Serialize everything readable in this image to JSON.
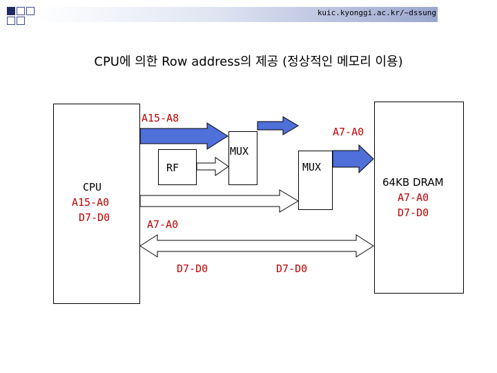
{
  "header": {
    "url": "kuic.kyonggi.ac.kr/~dssung"
  },
  "title": "CPU에 의한 Row address의 제공 (정상적인 메모리 이용)",
  "cpu": {
    "name": "CPU",
    "address": "A15-A0",
    "data": "D7-D0"
  },
  "dram": {
    "name": "64KB DRAM",
    "address": "A7-A0",
    "data": "D7-D0"
  },
  "rf_label": "RF",
  "mux1_label": "MUX",
  "mux2_label": "MUX",
  "bus_labels": {
    "high_address": "A15-A8",
    "dram_address": "A7-A0",
    "low_address": "A7-A0",
    "data_left": "D7-D0",
    "data_right": "D7-D0"
  },
  "colors": {
    "bus_fill": "#4f6fd9",
    "label_red": "#c00000",
    "header_dark": "#1f2a5e"
  }
}
